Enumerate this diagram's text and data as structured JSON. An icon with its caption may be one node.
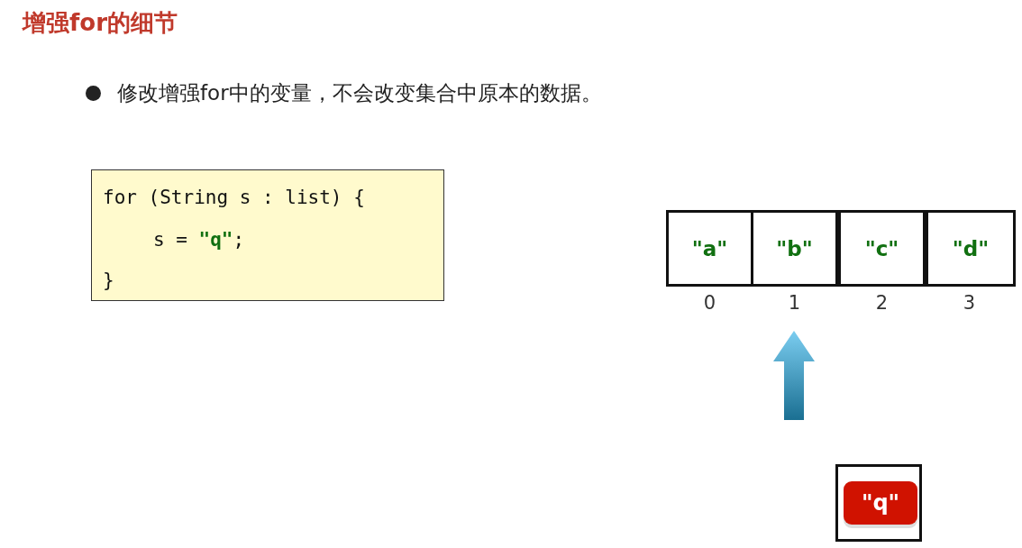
{
  "diagram": {
    "title": "增强for的细节",
    "nodes": [
      {
        "text": [
          "for (String s : list) {",
          "s = **\"q\"**;",
          "}"
        ]
      },
      {
        "text": [
          "\"a\""
        ],
        "beside": [
          "0"
        ]
      },
      {
        "text": [
          "\"b\""
        ],
        "beside": [
          "1"
        ]
      },
      {
        "text": [
          "\"c\""
        ],
        "beside": [
          "2"
        ]
      },
      {
        "text": [
          "\"d\""
        ],
        "beside": [
          "3"
        ]
      },
      {
        "text": [],
        "shape": "box"
      },
      {
        "text": [
          "\"q\""
        ],
        "in": 5
      }
    ],
    "labels": [
      "修改增强for中的变量，不会改变集合中原本的数据。"
    ]
  }
}
